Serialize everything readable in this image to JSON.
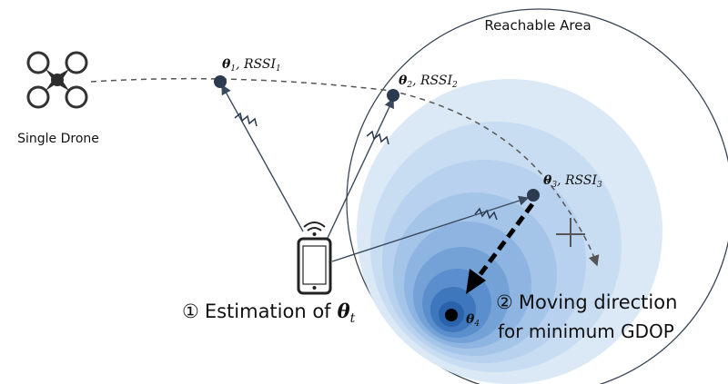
{
  "diagram": {
    "reachable_area_label": "Reachable Area",
    "drone_label": "Single Drone",
    "points": [
      {
        "theta": "θ",
        "sub": "1",
        "rssi": "RSSI",
        "rssi_sub": "1"
      },
      {
        "theta": "θ",
        "sub": "2",
        "rssi": "RSSI",
        "rssi_sub": "2"
      },
      {
        "theta": "θ",
        "sub": "3",
        "rssi": "RSSI",
        "rssi_sub": "3"
      },
      {
        "theta": "θ",
        "sub": "4"
      }
    ],
    "estimation": {
      "circled_number": "①",
      "text": "Estimation of",
      "theta": "θ",
      "sub": "t"
    },
    "moving": {
      "circled_number": "②",
      "line1": "Moving direction",
      "line2": "for minimum GDOP"
    },
    "colors": {
      "circle_outer": "#dce9f7",
      "circle_inner": "#2f6fb8",
      "node": "#2b3a4f",
      "path": "#555555",
      "arrow": "#000000"
    }
  }
}
